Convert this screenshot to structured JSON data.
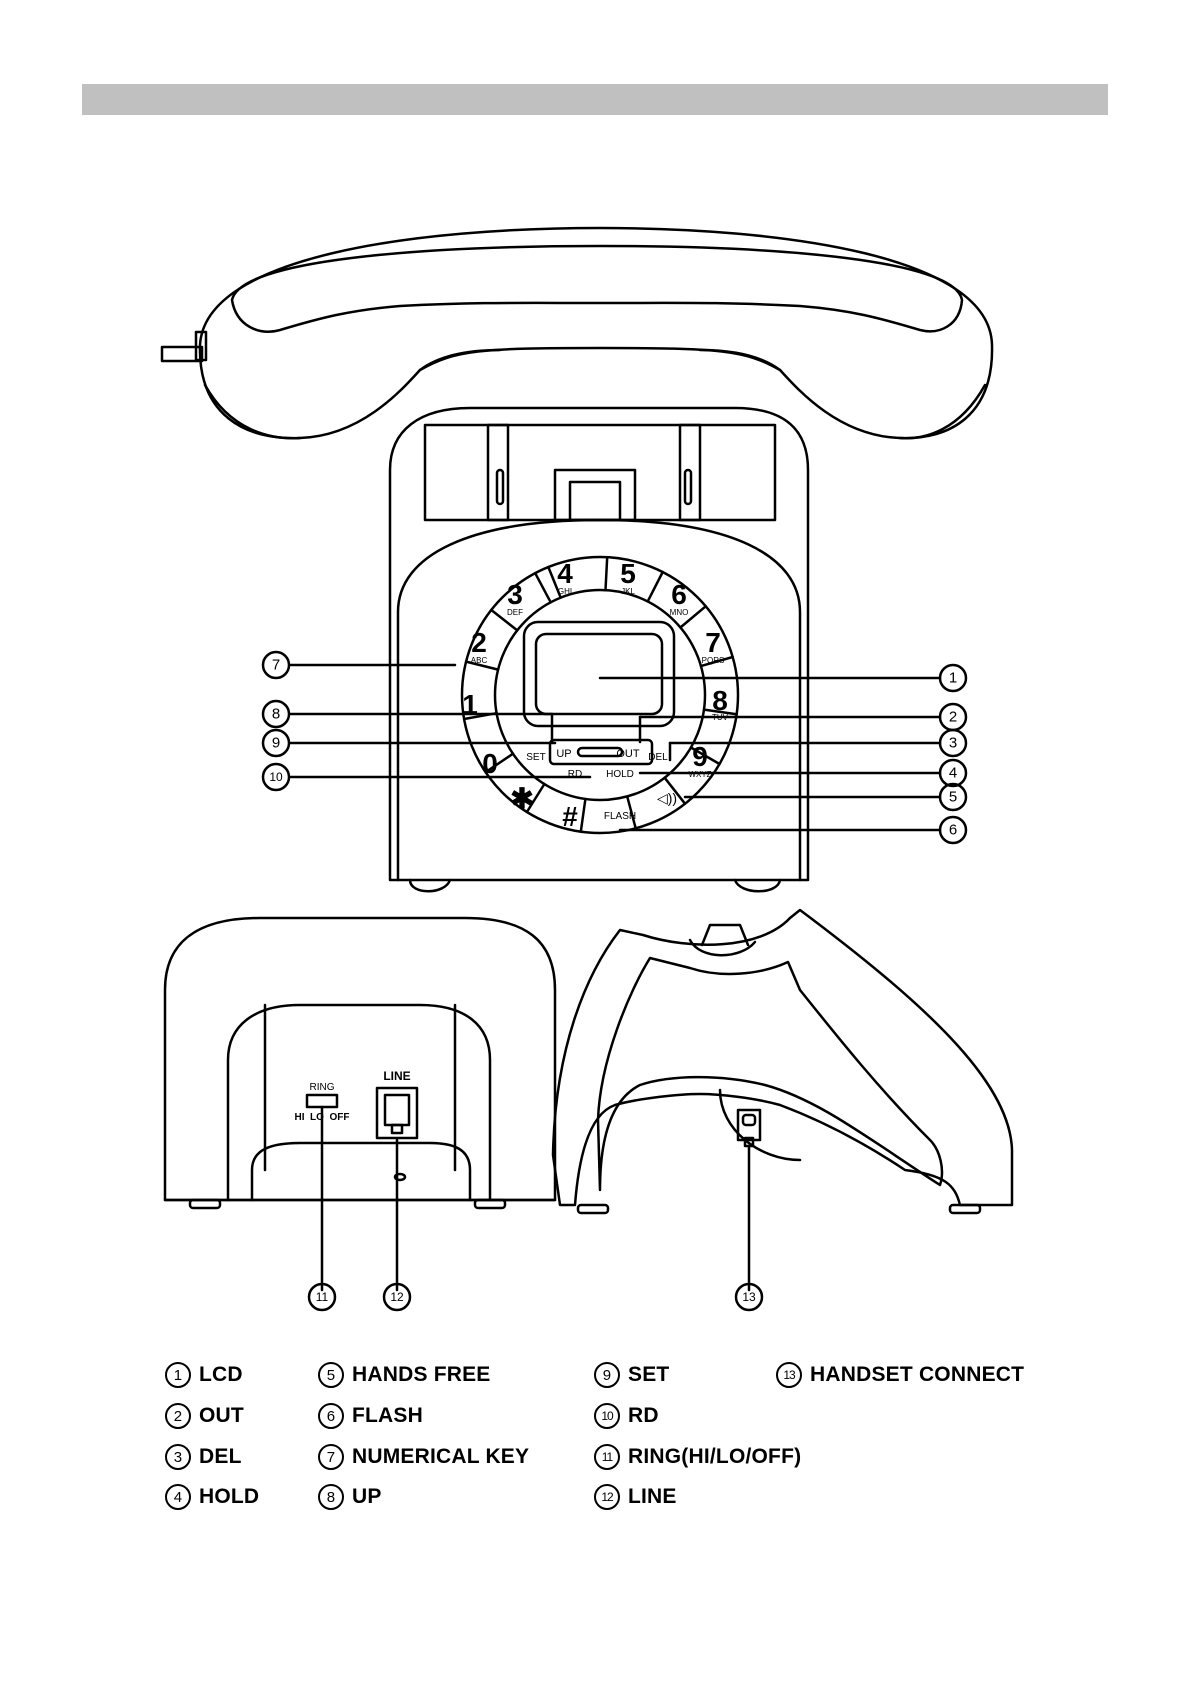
{
  "callouts": {
    "c1": "1",
    "c2": "2",
    "c3": "3",
    "c4": "4",
    "c5": "5",
    "c6": "6",
    "c7": "7",
    "c8": "8",
    "c9": "9",
    "c10": "10",
    "c11": "11",
    "c12": "12",
    "c13": "13"
  },
  "keypad": {
    "k0": "0",
    "k1": "1",
    "k2": "2",
    "k2sub": "ABC",
    "k3": "3",
    "k3sub": "DEF",
    "k4": "4",
    "k4sub": "GHI",
    "k5": "5",
    "k5sub": "JKL",
    "k6": "6",
    "k6sub": "MNO",
    "k7": "7",
    "k7sub": "PQRS",
    "k8": "8",
    "k8sub": "TUV",
    "k9": "9",
    "k9sub": "WXYZ",
    "star": "✱",
    "hash": "#",
    "speaker": "◁))"
  },
  "buttons": {
    "up": "UP",
    "out": "OUT",
    "set": "SET",
    "del": "DEL",
    "rd": "RD",
    "hold": "HOLD",
    "flash": "FLASH"
  },
  "back_panel": {
    "ring": "RING",
    "ring_positions": "HI  LO  OFF",
    "line": "LINE"
  },
  "legend": [
    {
      "num": "1",
      "label": "LCD"
    },
    {
      "num": "2",
      "label": "OUT"
    },
    {
      "num": "3",
      "label": "DEL"
    },
    {
      "num": "4",
      "label": "HOLD"
    },
    {
      "num": "5",
      "label": "HANDS FREE"
    },
    {
      "num": "6",
      "label": "FLASH"
    },
    {
      "num": "7",
      "label": "NUMERICAL KEY"
    },
    {
      "num": "8",
      "label": "UP"
    },
    {
      "num": "9",
      "label": "SET"
    },
    {
      "num": "10",
      "label": "RD"
    },
    {
      "num": "11",
      "label": "RING(HI/LO/OFF)"
    },
    {
      "num": "12",
      "label": "LINE"
    },
    {
      "num": "13",
      "label": "HANDSET CONNECT"
    }
  ]
}
